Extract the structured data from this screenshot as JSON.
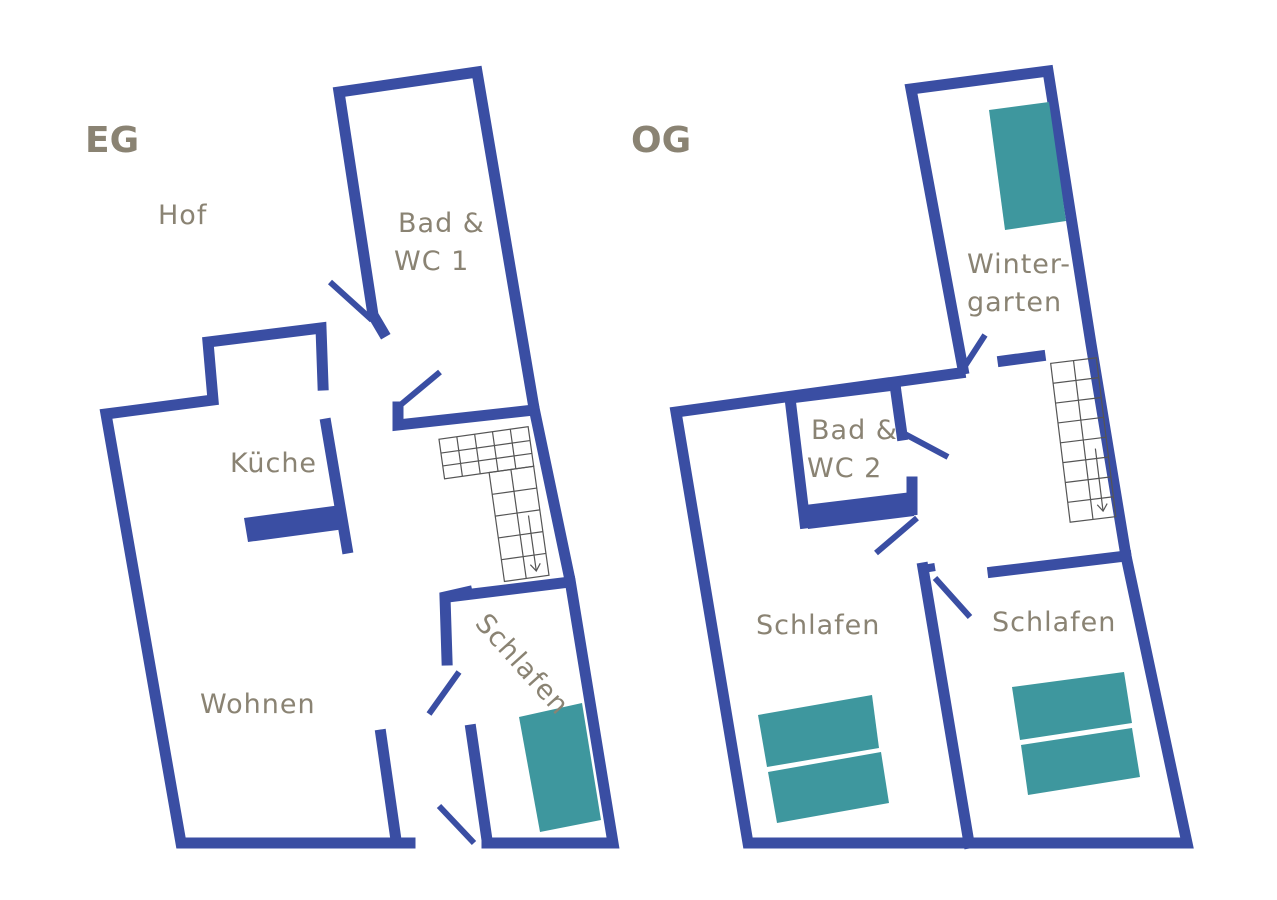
{
  "floors": {
    "eg": {
      "title": "EG",
      "rooms": {
        "hof": "Hof",
        "bad_wc_1_line1": "Bad &",
        "bad_wc_1_line2": "WC 1",
        "kueche": "Küche",
        "wohnen": "Wohnen",
        "schlafen": "Schlafen"
      }
    },
    "og": {
      "title": "OG",
      "rooms": {
        "wintergarten_line1": "Winter-",
        "wintergarten_line2": "garten",
        "bad_wc_2_line1": "Bad &",
        "bad_wc_2_line2": "WC 2",
        "schlafen_left": "Schlafen",
        "schlafen_right": "Schlafen"
      }
    }
  },
  "colors": {
    "walls": "#3a4ea3",
    "furniture": "#3e979e",
    "labels": "#8a8373"
  }
}
